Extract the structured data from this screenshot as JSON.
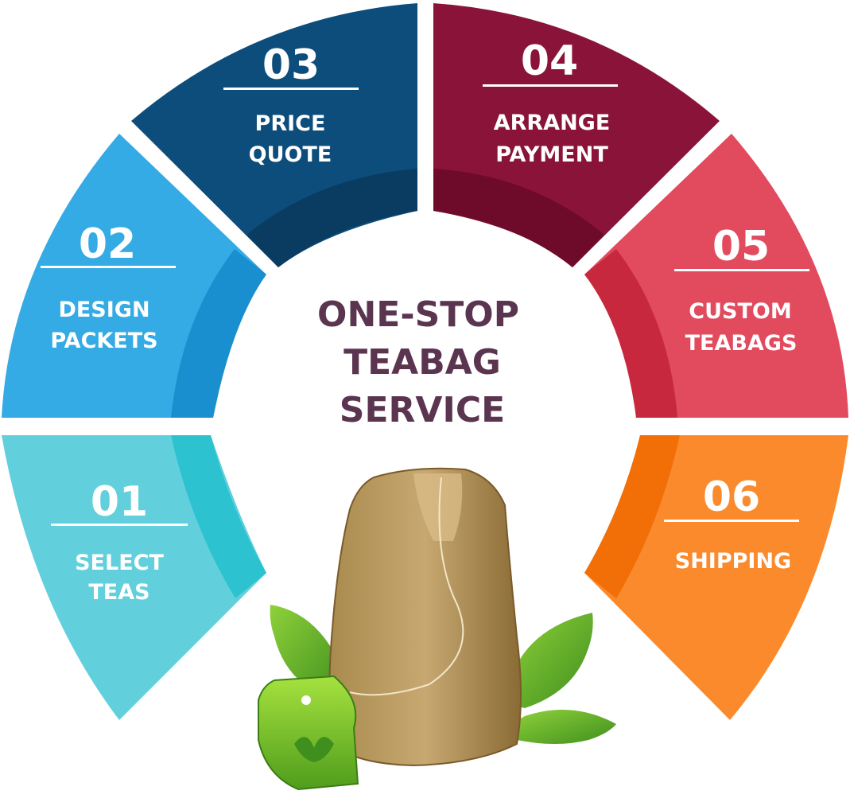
{
  "colors": {
    "title": "#5b3550",
    "step_01": "#62d0dc",
    "step_01_inner": "#2dc2d0",
    "step_02": "#34abe4",
    "step_02_inner": "#1a8fcf",
    "step_03": "#0d4d7b",
    "step_03_inner": "#0a3c62",
    "step_04": "#8a1339",
    "step_04_inner": "#6e0a2a",
    "step_05": "#e24a5e",
    "step_05_inner": "#c8283e",
    "step_06": "#fb8a2c",
    "step_06_inner": "#f26e07"
  },
  "center": {
    "lines": [
      "ONE-STOP",
      "TEABAG",
      "SERVICE"
    ]
  },
  "steps": [
    {
      "number": "01",
      "lines": [
        "SELECT",
        "TEAS"
      ]
    },
    {
      "number": "02",
      "lines": [
        "DESIGN",
        "PACKETS"
      ]
    },
    {
      "number": "03",
      "lines": [
        "PRICE",
        "QUOTE"
      ]
    },
    {
      "number": "04",
      "lines": [
        "ARRANGE",
        "PAYMENT"
      ]
    },
    {
      "number": "05",
      "lines": [
        "CUSTOM",
        "TEABAGS"
      ]
    },
    {
      "number": "06",
      "lines": [
        "SHIPPING"
      ]
    }
  ],
  "illustration": {
    "icon": "teabag-with-leaves-icon"
  }
}
